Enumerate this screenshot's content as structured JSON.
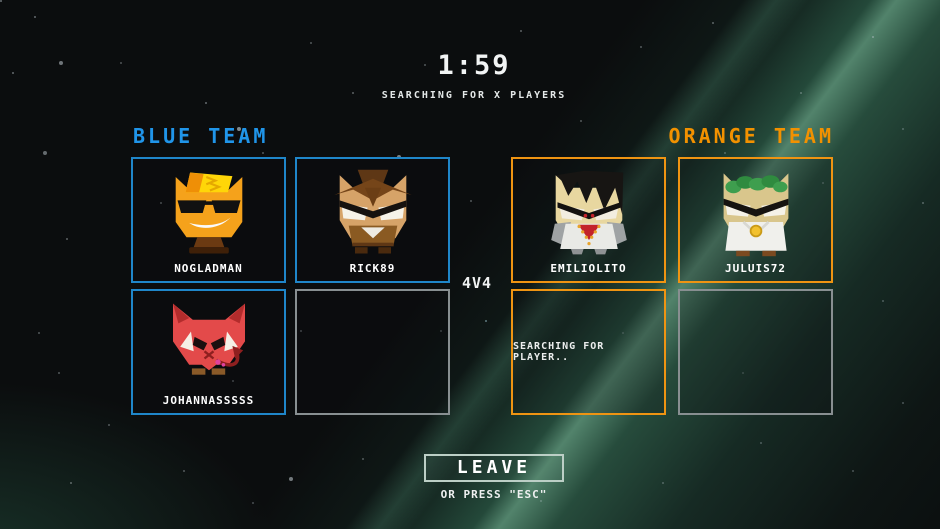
{
  "header": {
    "timer": "1:59",
    "subtitle": "SEARCHING FOR X PLAYERS"
  },
  "match": {
    "mode": "4V4"
  },
  "teams": {
    "blue": {
      "label": "BLUE TEAM",
      "color": "#2095e9",
      "slots": [
        {
          "player": "NOGLADMAN",
          "avatar": "nogladman"
        },
        {
          "player": "RICK89",
          "avatar": "rick89"
        },
        {
          "player": "JOHANNASSSSS",
          "avatar": "johannasssss"
        },
        {
          "player": "",
          "empty": true
        }
      ]
    },
    "orange": {
      "label": "ORANGE TEAM",
      "color": "#f29100",
      "slots": [
        {
          "player": "EMILIOLITO",
          "avatar": "emiliolito"
        },
        {
          "player": "JULUIS72",
          "avatar": "juluis72"
        },
        {
          "status": "SEARCHING FOR PLAYER.."
        },
        {
          "player": "",
          "empty": true
        }
      ]
    }
  },
  "footer": {
    "leave_label": "LEAVE",
    "esc_hint": "OR PRESS \"ESC\""
  },
  "colors": {
    "background": "#0b0d0e",
    "beam_green": "#4a9a76",
    "blue_border": "#1f86c9",
    "orange_border": "#ef9412",
    "empty_border": "#888f91",
    "leave_border": "#bccfc6",
    "text": "#ffffff"
  }
}
